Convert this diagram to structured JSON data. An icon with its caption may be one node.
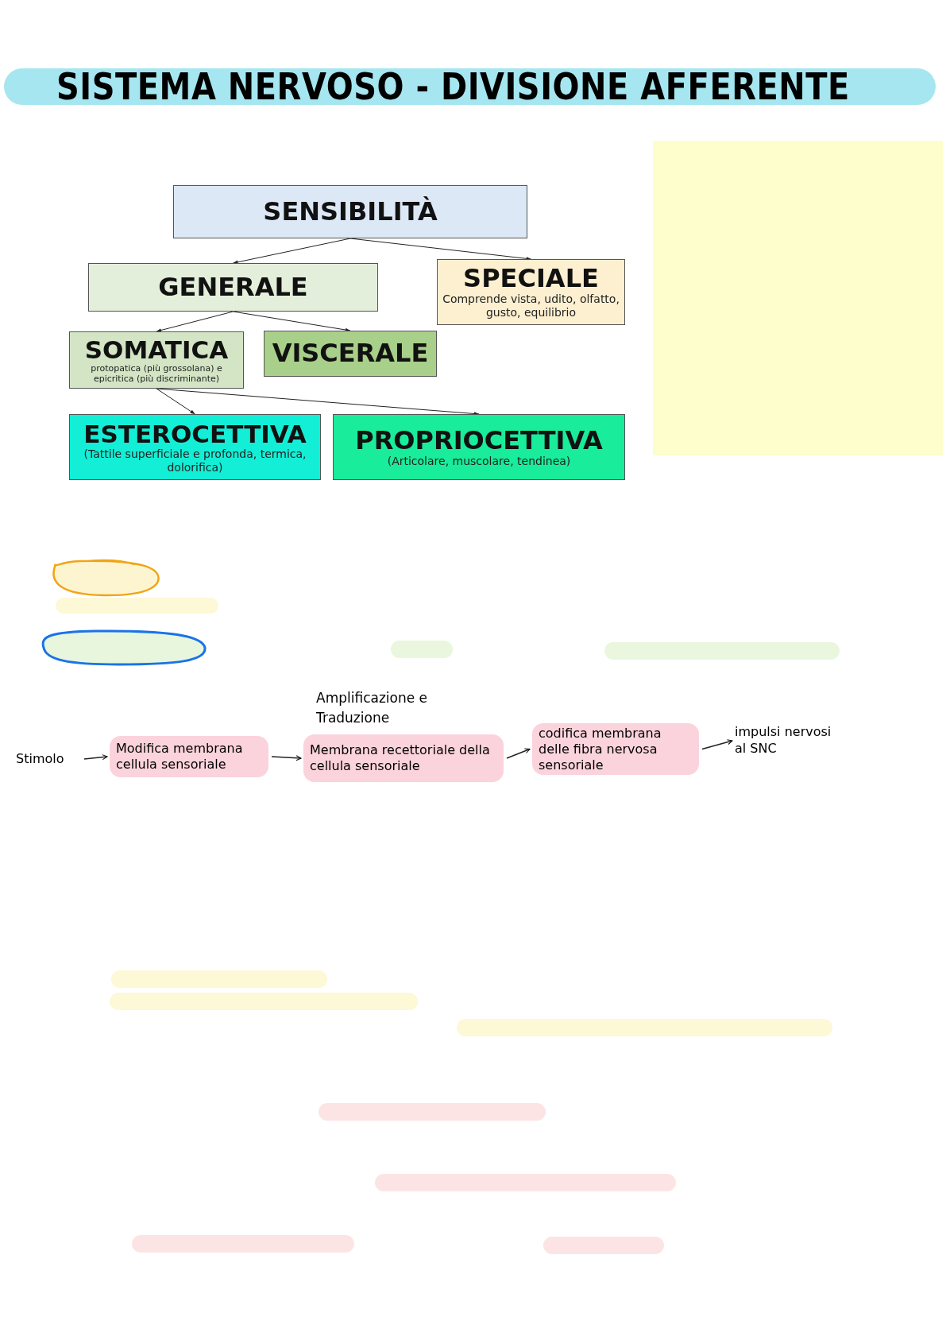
{
  "diagram": {
    "title": "SISTEMA NERVOSO - DIVISIONE AFFERENTE",
    "nodes": [
      {
        "text": [
          "SENSIBILITÀ"
        ]
      },
      {
        "text": [
          "GENERALE"
        ]
      },
      {
        "text": [
          "SPECIALE",
          "Comprende vista, udito, olfatto, gusto, equilibrio"
        ]
      },
      {
        "text": [
          "SOMATICA",
          "protopatica (più grossolana) e epicritica (più discriminante)"
        ]
      },
      {
        "text": [
          "VISCERALE"
        ]
      },
      {
        "text": [
          "ESTEROCETTIVA",
          "(Tattile superficiale e profonda, termica, dolorifica)"
        ]
      },
      {
        "text": [
          "PROPRIOCETTIVA",
          "(Articolare, muscolare, tendinea)"
        ]
      },
      {
        "text": [
          "Stimolo"
        ]
      },
      {
        "text": [
          "Modifica membrana cellula sensoriale"
        ]
      },
      {
        "text": [
          "Membrana recettoriale della cellula sensoriale"
        ],
        "beside": [
          "Amplificazione e Traduzione"
        ]
      },
      {
        "text": [
          "codifica membrana delle fibra nervosa sensoriale"
        ]
      },
      {
        "text": [
          "impulsi nervosi al SNC"
        ]
      }
    ],
    "edges": [
      {
        "from": 0,
        "to": 1,
        "arrow": "to"
      },
      {
        "from": 0,
        "to": 2,
        "arrow": "to"
      },
      {
        "from": 1,
        "to": 3,
        "arrow": "to"
      },
      {
        "from": 1,
        "to": 4,
        "arrow": "to"
      },
      {
        "from": 3,
        "to": 5,
        "arrow": "to"
      },
      {
        "from": 3,
        "to": 6,
        "arrow": "to"
      },
      {
        "from": 7,
        "to": 8,
        "arrow": "to"
      },
      {
        "from": 8,
        "to": 9,
        "arrow": "to"
      },
      {
        "from": 9,
        "to": 10,
        "arrow": "to"
      },
      {
        "from": 10,
        "to": 11,
        "arrow": "to"
      }
    ]
  }
}
